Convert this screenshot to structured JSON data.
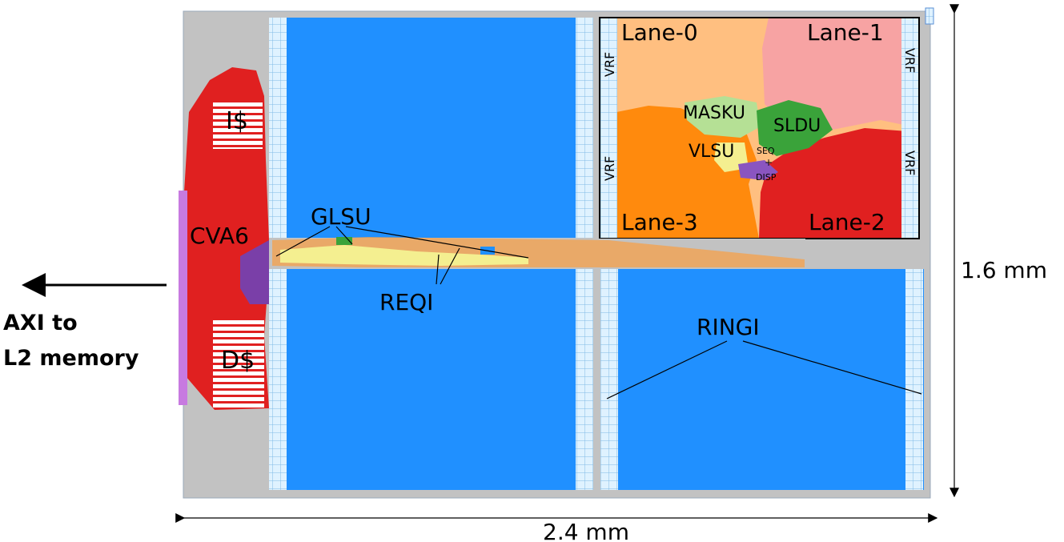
{
  "colors": {
    "die_bg": "#c2c2c2",
    "sram_blue": "#2090ff",
    "sram_edge": "#d8f0ff",
    "cva6_red": "#e02020",
    "lane0": "#ffbf80",
    "lane1": "#f7a3a3",
    "lane2": "#e02020",
    "lane3": "#ff8a0d",
    "masku": "#b5e095",
    "sldu": "#3aa33a",
    "vlsu": "#f4ef90",
    "seq_disp": "#c19ad9",
    "axi_bar": "#c77ae0",
    "interconnect": "#f5a04a"
  },
  "labels": {
    "icache": "I$",
    "dcache": "D$",
    "cva6": "CVA6",
    "glsu": "GLSU",
    "reqi": "REQI",
    "ringi": "RINGI",
    "lane0": "Lane-0",
    "lane1": "Lane-1",
    "lane2": "Lane-2",
    "lane3": "Lane-3",
    "masku": "MASKU",
    "sldu": "SLDU",
    "vlsu": "VLSU",
    "seq": "SEQ",
    "plus": "+",
    "disp": "DISP",
    "vrf": "VRF",
    "axi_line1": "AXI to",
    "axi_line2": "L2 memory",
    "width_dim": "2.4 mm",
    "height_dim": "1.6 mm"
  }
}
